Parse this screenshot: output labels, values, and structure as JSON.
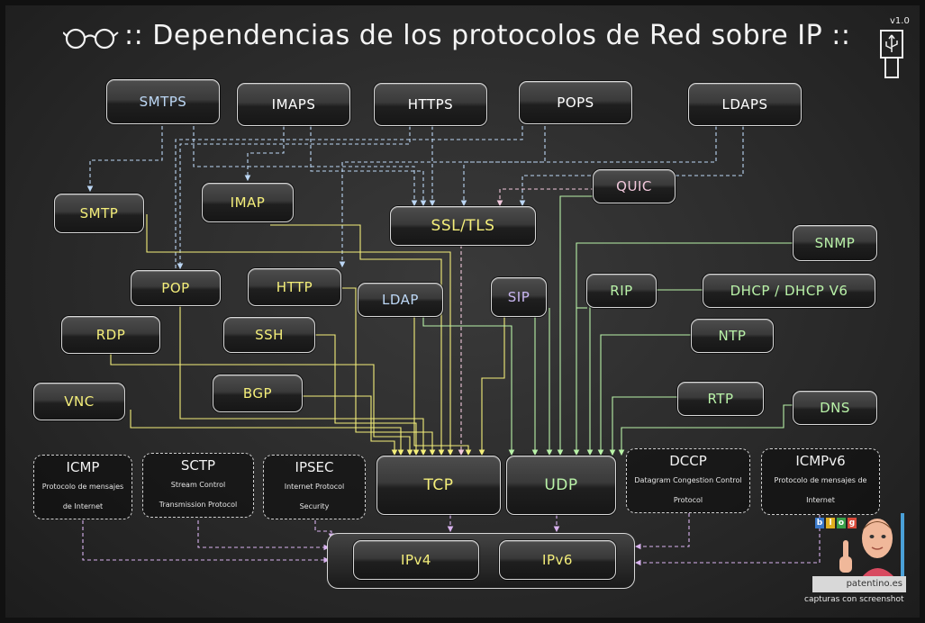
{
  "title": "Dependencias de los protocolos de Red sobre IP",
  "title_decor": "::",
  "version": "v1.0",
  "nodes": {
    "smtps": "SMTPS",
    "imaps": "IMAPS",
    "https": "HTTPS",
    "pops": "POPS",
    "ldaps": "LDAPS",
    "smtp": "SMTP",
    "imap": "IMAP",
    "ssl": "SSL/TLS",
    "quic": "QUIC",
    "snmp": "SNMP",
    "pop": "POP",
    "http": "HTTP",
    "ldap": "LDAP",
    "sip": "SIP",
    "rip": "RIP",
    "dhcp": "DHCP / DHCP V6",
    "rdp": "RDP",
    "ssh": "SSH",
    "ntp": "NTP",
    "vnc": "VNC",
    "bgp": "BGP",
    "rtp": "RTP",
    "dns": "DNS",
    "tcp": "TCP",
    "udp": "UDP",
    "ipv4": "IPv4",
    "ipv6": "IPv6"
  },
  "boxes": {
    "icmp": {
      "title": "ICMP",
      "desc": "Protocolo de mensajes de Internet"
    },
    "sctp": {
      "title": "SCTP",
      "desc": "Stream Control Transmission Protocol"
    },
    "ipsec": {
      "title": "IPSEC",
      "desc": "Internet Protocol Security"
    },
    "dccp": {
      "title": "DCCP",
      "desc": "Datagram Congestion Control Protocol"
    },
    "icmpv6": {
      "title": "ICMPv6",
      "desc": "Protocolo de mensajes de Internet"
    }
  },
  "branding": {
    "blog_letters": [
      "b",
      "l",
      "o",
      "g"
    ],
    "site": "patentino.es",
    "caption": "capturas con screenshot"
  },
  "colors": {
    "wire_app_tcp": "#f4ee7a",
    "wire_app_udp": "#b9f2a8",
    "wire_secure": "#bcd7f5",
    "wire_tls": "#f2c8dc",
    "wire_ip": "#d9b3f0"
  },
  "icons": [
    "glasses-icon",
    "usb-icon",
    "avatar-icon"
  ]
}
